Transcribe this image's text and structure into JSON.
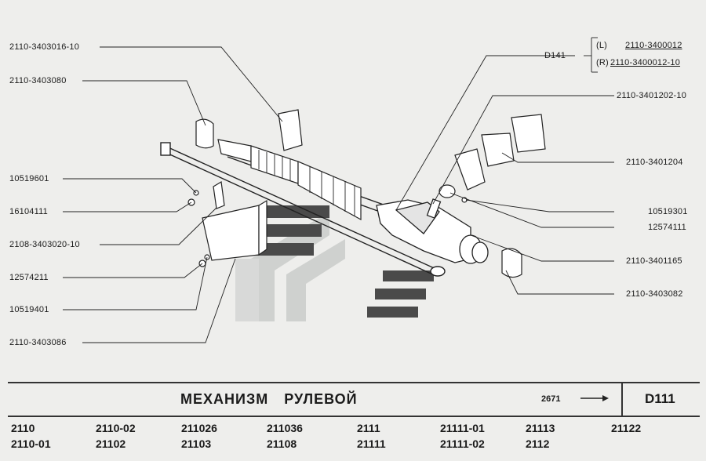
{
  "callouts_left": [
    {
      "id": "2110-3403016-10",
      "label": "2110-3403016-10"
    },
    {
      "id": "2110-3403080",
      "label": "2110-3403080"
    },
    {
      "id": "10519601",
      "label": "10519601"
    },
    {
      "id": "16104111",
      "label": "16104111"
    },
    {
      "id": "2108-3403020-10",
      "label": "2108-3403020-10"
    },
    {
      "id": "12574211",
      "label": "12574211"
    },
    {
      "id": "10519401",
      "label": "10519401"
    },
    {
      "id": "2110-3403086",
      "label": "2110-3403086"
    }
  ],
  "callouts_right": [
    {
      "id": "D141",
      "label": "D141"
    },
    {
      "id": "2110-3401202-10",
      "label": "2110-3401202-10"
    },
    {
      "id": "2110-3401204",
      "label": "2110-3401204"
    },
    {
      "id": "10519301",
      "label": "10519301"
    },
    {
      "id": "12574111",
      "label": "12574111"
    },
    {
      "id": "2110-3401165",
      "label": "2110-3401165"
    },
    {
      "id": "2110-3403082",
      "label": "2110-3403082"
    }
  ],
  "variants": {
    "left": {
      "tag": "(L)",
      "part": "2110-3400012"
    },
    "right": {
      "tag": "(R)",
      "part": "2110-3400012-10"
    }
  },
  "title": "МЕХАНИЗМ РУЛЕВОЙ",
  "catalog_ref": "2671",
  "sheet_code": "D111",
  "models": [
    [
      "2110",
      "2110-02",
      "211026",
      "211036",
      "2111",
      "21111-01",
      "21113",
      "21122"
    ],
    [
      "2110-01",
      "21102",
      "21103",
      "21108",
      "21111",
      "21111-02",
      "2112"
    ]
  ],
  "colors": {
    "line": "#222222",
    "watermark": "#c9cbc9",
    "stripe": "#4a4a4a",
    "background": "#eeeeec"
  }
}
